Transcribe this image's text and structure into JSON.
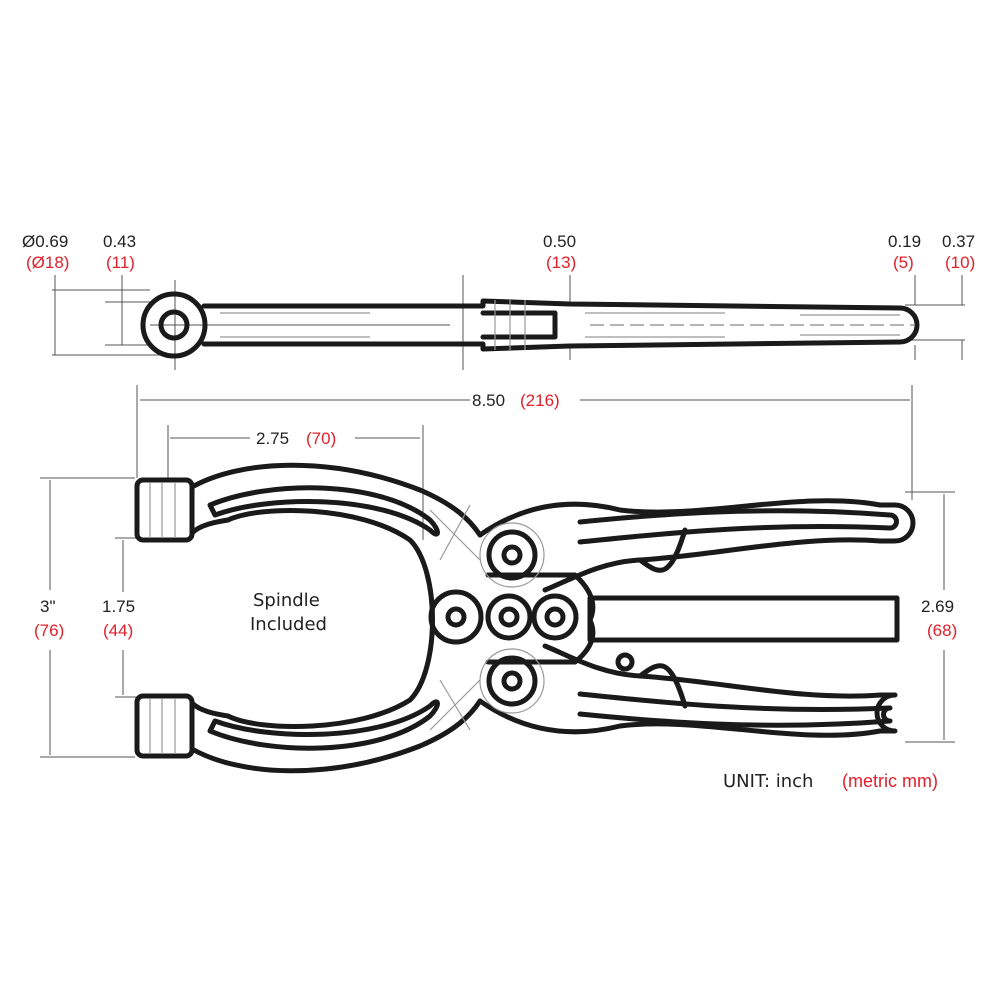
{
  "side_view": {
    "dims": [
      {
        "inch": "Ø0.69",
        "metric": "(Ø18)"
      },
      {
        "inch": "0.43",
        "metric": "(11)"
      },
      {
        "inch": "0.50",
        "metric": "(13)"
      },
      {
        "inch": "0.19",
        "metric": "(5)"
      },
      {
        "inch": "0.37",
        "metric": "(10)"
      }
    ]
  },
  "plan_view": {
    "overall_length": {
      "inch": "8.50",
      "metric": "(216)"
    },
    "jaw_depth": {
      "inch": "2.75",
      "metric": "(70)"
    },
    "jaw_height": {
      "inch": "3\"",
      "metric": "(76)"
    },
    "opening": {
      "inch": "1.75",
      "metric": "(44)"
    },
    "handle_span": {
      "inch": "2.69",
      "metric": "(68)"
    },
    "spindle_note": [
      "Spindle",
      "Included"
    ]
  },
  "units": {
    "label": "UNIT:  inch",
    "metric": "(metric mm)"
  },
  "colors": {
    "metric": "#e0202a",
    "ink": "#1a1a1a"
  }
}
